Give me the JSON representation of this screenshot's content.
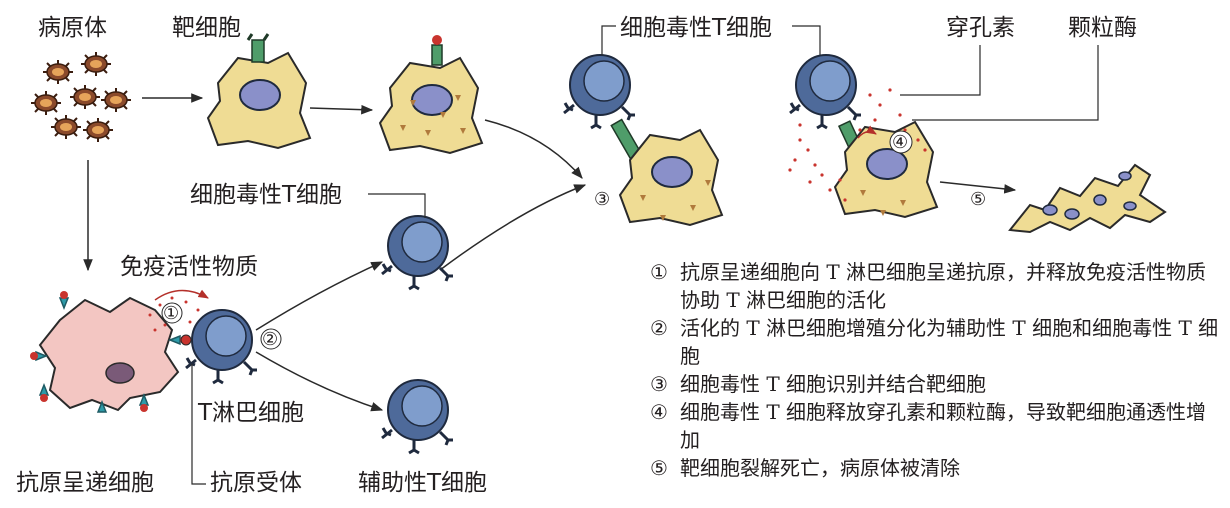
{
  "labels": {
    "pathogen": "病原体",
    "target_cell": "靶细胞",
    "cytotoxic_t_top": "细胞毒性T细胞",
    "perforin": "穿孔素",
    "granzyme": "颗粒酶",
    "cytotoxic_t_mid": "细胞毒性T细胞",
    "immune_substance": "免疫活性物质",
    "t_lymphocyte": "T淋巴细胞",
    "apc": "抗原呈递细胞",
    "antigen_receptor": "抗原受体",
    "helper_t": "辅助性T细胞"
  },
  "steps_on_diagram": {
    "s1": "①",
    "s2": "②",
    "s3": "③",
    "s4": "④",
    "s5": "⑤"
  },
  "legend": [
    {
      "mark": "①",
      "text": "抗原呈递细胞向 T 淋巴细胞呈递抗原，并释放免疫活性物质协助 T 淋巴细胞的活化"
    },
    {
      "mark": "②",
      "text": "活化的 T 淋巴细胞增殖分化为辅助性 T 细胞和细胞毒性 T 细胞"
    },
    {
      "mark": "③",
      "text": "细胞毒性 T 细胞识别并结合靶细胞"
    },
    {
      "mark": "④",
      "text": "细胞毒性 T 细胞释放穿孔素和颗粒酶，导致靶细胞通透性增加"
    },
    {
      "mark": "⑤",
      "text": "靶细胞裂解死亡，病原体被清除"
    }
  ],
  "colors": {
    "target_cell_fill": "#efdc94",
    "t_cell_outer": "#4e6a9a",
    "t_cell_inner": "#7f9dcc",
    "apc_fill": "#f3c6c2",
    "receptor_green": "#4f9d6a",
    "pathogen_brown": "#8b4a2b",
    "antigen_red": "#c9342e",
    "apc_antigen_teal": "#2d9aa8"
  }
}
